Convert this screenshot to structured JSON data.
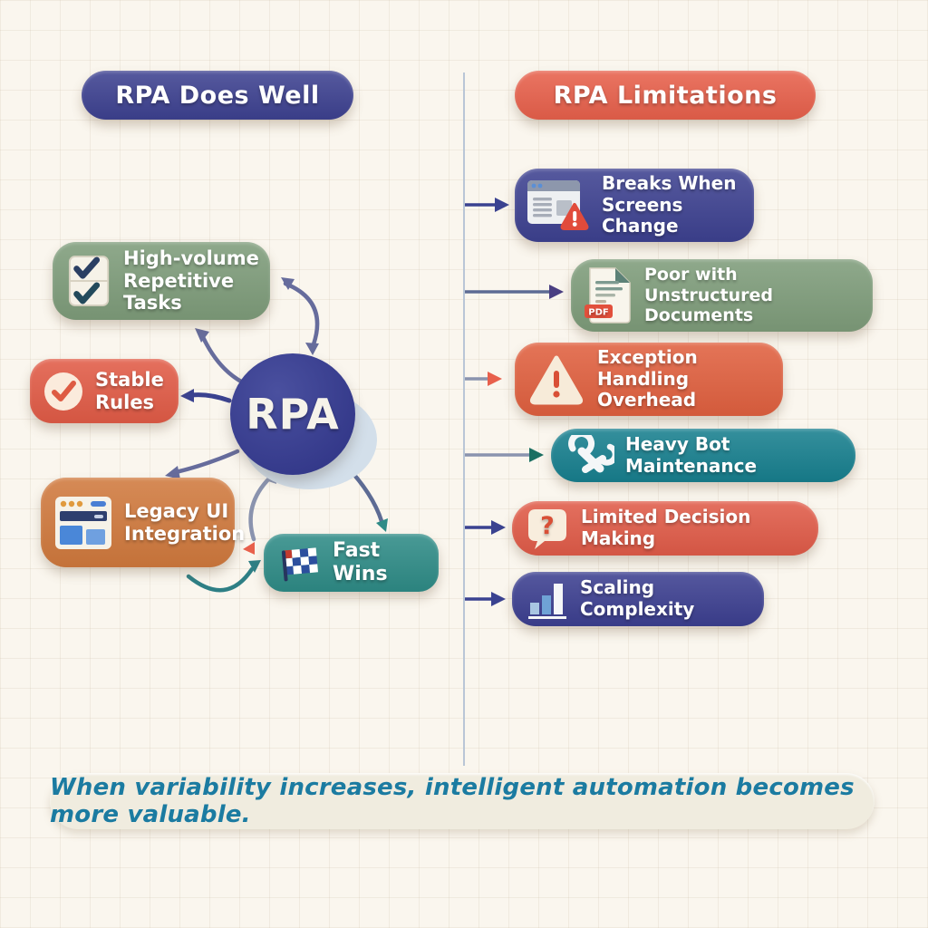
{
  "left": {
    "header": "RPA Does Well",
    "hub": "RPA",
    "items": [
      {
        "id": "high-volume",
        "line1": "High-volume",
        "line2": "Repetitive Tasks",
        "icon": "checklist-icon",
        "color": "#7E9C7A"
      },
      {
        "id": "stable-rules",
        "line1": "Stable",
        "line2": "Rules",
        "icon": "check-circle-icon",
        "color": "#E15B46"
      },
      {
        "id": "legacy-ui",
        "line1": "Legacy UI",
        "line2": "Integration",
        "icon": "browser-window-icon",
        "color": "#D0793D"
      },
      {
        "id": "fast-wins",
        "line1": "Fast Wins",
        "line2": "",
        "icon": "checkered-flag-icon",
        "color": "#2E8B86"
      }
    ]
  },
  "right": {
    "header": "RPA Limitations",
    "items": [
      {
        "id": "breaks",
        "line1": "Breaks When",
        "line2": "Screens Change",
        "icon": "broken-screen-warning-icon",
        "color": "#3D4190"
      },
      {
        "id": "unstructured",
        "line1": "Poor with",
        "line2": "Unstructured Documents",
        "icon": "pdf-document-icon",
        "badge": "PDF",
        "color": "#7E9C7A"
      },
      {
        "id": "exception",
        "line1": "Exception Handling",
        "line2": "Overhead",
        "icon": "warning-triangle-icon",
        "color": "#E0603F"
      },
      {
        "id": "maintenance",
        "line1": "Heavy Bot Maintenance",
        "line2": "",
        "icon": "wrench-icon",
        "color": "#177F8E"
      },
      {
        "id": "decision",
        "line1": "Limited Decision Making",
        "line2": "",
        "icon": "question-bubble-icon",
        "glyph": "?",
        "color": "#E05B48"
      },
      {
        "id": "scaling",
        "line1": "Scaling Complexity",
        "line2": "",
        "icon": "bar-chart-icon",
        "color": "#3C3F90"
      }
    ]
  },
  "footer": {
    "text": "When variability increases, intelligent automation becomes more valuable."
  },
  "colors": {
    "background": "#FAF6EE",
    "indigo": "#3D4190",
    "red_orange": "#E7604B",
    "green": "#7E9C7A",
    "orange": "#D0793D",
    "teal": "#2E8B86",
    "deep_teal": "#177F8E",
    "divider": "#B9C6D6",
    "footer_bg": "#F0ECDF",
    "footer_text": "#1B7BA1"
  }
}
